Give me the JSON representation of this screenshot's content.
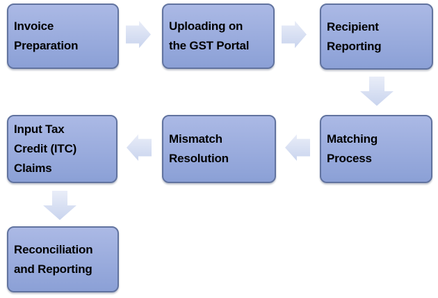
{
  "diagram": {
    "type": "flowchart",
    "colors": {
      "background": "#ffffff",
      "box_fill_top": "#abb9e5",
      "box_fill_bottom": "#8ba0d6",
      "box_border": "#61739f",
      "arrow_fill_top": "#e9edf8",
      "arrow_fill_bottom": "#c9d4ee",
      "text": "#000000"
    },
    "boxes": [
      {
        "label": "Invoice Preparation",
        "lines": [
          "Invoice",
          "Preparation"
        ]
      },
      {
        "label": "Uploading on the GST Portal",
        "lines": [
          "Uploading on",
          "the GST Portal"
        ]
      },
      {
        "label": "Recipient Reporting",
        "lines": [
          "Recipient",
          "Reporting"
        ]
      },
      {
        "label": "Matching Process",
        "lines": [
          "Matching",
          "Process"
        ]
      },
      {
        "label": "Mismatch Resolution",
        "lines": [
          "Mismatch",
          "Resolution"
        ]
      },
      {
        "label": "Input Tax Credit (ITC) Claims",
        "lines": [
          "Input Tax",
          "Credit (ITC)",
          "Claims"
        ]
      },
      {
        "label": "Reconciliation and Reporting",
        "lines": [
          "Reconciliation",
          "and Reporting"
        ]
      }
    ],
    "connectors": [
      {
        "type": "arrow-right",
        "from": "Invoice Preparation",
        "to": "Uploading on the GST Portal"
      },
      {
        "type": "arrow-right",
        "from": "Uploading on the GST Portal",
        "to": "Recipient Reporting"
      },
      {
        "type": "arrow-down",
        "from": "Recipient Reporting",
        "to": "Matching Process"
      },
      {
        "type": "arrow-left",
        "from": "Matching Process",
        "to": "Mismatch Resolution"
      },
      {
        "type": "arrow-left",
        "from": "Mismatch Resolution",
        "to": "Input Tax Credit (ITC) Claims"
      },
      {
        "type": "arrow-down",
        "from": "Input Tax Credit (ITC) Claims",
        "to": "Reconciliation and Reporting"
      }
    ]
  }
}
